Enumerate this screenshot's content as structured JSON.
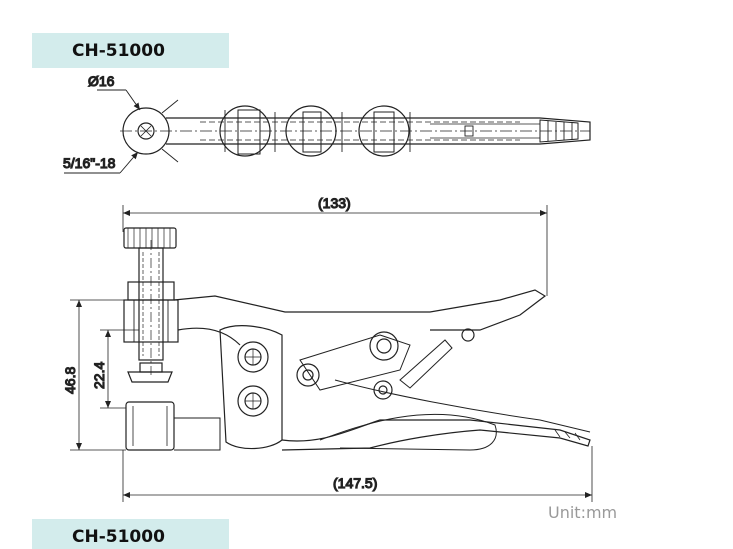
{
  "model_tag": "CH-51000",
  "model_tag_next": "CH-51000",
  "unit_label": "Unit:mm",
  "top_view": {
    "diameter_label": "Ø16",
    "thread_label": "5/16\"-18"
  },
  "dimensions": {
    "overall_length_top": "(133)",
    "overall_length_bottom": "(147.5)",
    "height_outer": "46.8",
    "height_inner": "22.4"
  },
  "colors": {
    "tag_background": "#d3ecec",
    "line": "#222222",
    "unit_text": "#9a9a9a"
  }
}
